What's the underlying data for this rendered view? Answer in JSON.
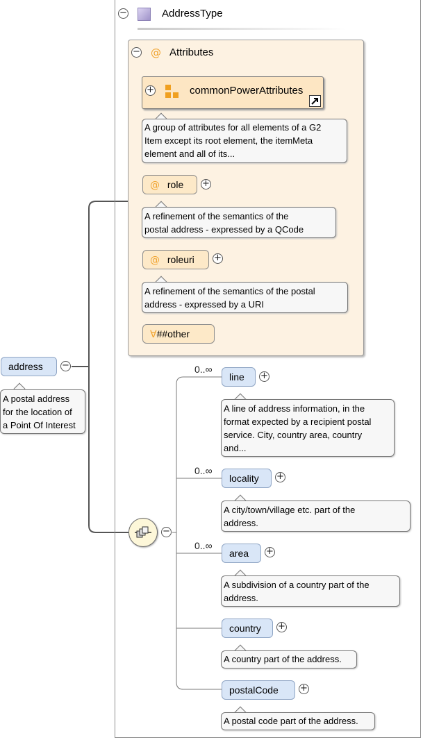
{
  "complex_type": {
    "name": "AddressType",
    "icon": "complex-type-icon"
  },
  "attributes": {
    "label": "Attributes",
    "group_ref": {
      "name": "commonPowerAttributes",
      "doc": [
        "A group of attributes for all elements of a G2",
        "Item except its root element, the itemMeta",
        "element and all of its..."
      ]
    },
    "items": [
      {
        "name": "role",
        "doc": [
          "A refinement of the semantics of the",
          "postal address - expressed by a QCode"
        ]
      },
      {
        "name": "roleuri",
        "doc": [
          "A refinement of the semantics of the postal",
          "address - expressed by a URI"
        ]
      }
    ],
    "any_attribute": "##other",
    "any_symbol": "∀"
  },
  "root_element": {
    "name": "address",
    "doc": [
      "A postal address",
      "for the location of",
      "a Point Of Interest"
    ]
  },
  "children": [
    {
      "name": "line",
      "multiplicity": "0..∞",
      "doc": [
        "A line of address information, in the",
        "format expected by a recipient postal",
        "service. City, country area, country",
        "and..."
      ]
    },
    {
      "name": "locality",
      "multiplicity": "0..∞",
      "doc": [
        "A city/town/village etc. part of the",
        "address."
      ]
    },
    {
      "name": "area",
      "multiplicity": "0..∞",
      "doc": [
        "A subdivision of a country part of the",
        "address."
      ]
    },
    {
      "name": "country",
      "multiplicity": "",
      "doc": [
        "A country part of the address."
      ]
    },
    {
      "name": "postalCode",
      "multiplicity": "",
      "doc": [
        "A postal code part of the address."
      ]
    }
  ],
  "symbols": {
    "collapse": "−",
    "expand": "+",
    "at": "@"
  },
  "colors": {
    "attribute_group_bg": "#fdf2e2",
    "attribute_bg": "#fde9c8",
    "element_bg": "#d9e6f7",
    "sequence_bg": "#fdf7d9",
    "doc_bg": "#f7f7f7",
    "at_symbol": "#f0a22d"
  }
}
